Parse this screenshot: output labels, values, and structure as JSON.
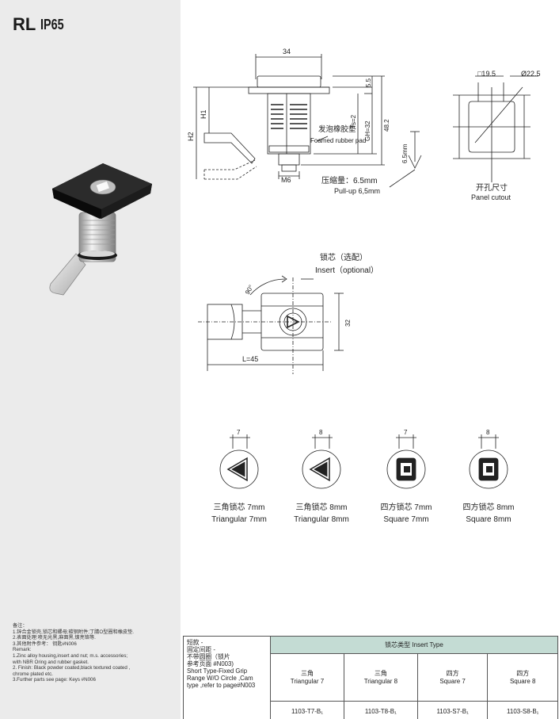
{
  "badges": {
    "series": "RL",
    "ip": "IP65"
  },
  "top_dimensions": {
    "width_34": "34",
    "dim_5_5": "5.5",
    "h1": "H1",
    "h2": "H2",
    "ts": "Ts=2",
    "gh": "GH=32",
    "d48": "48.2",
    "pull_6_5": "6.5mm",
    "m6": "M6",
    "gasket_cn": "发泡橡胶垫",
    "gasket_en": "Foamed rubber pad",
    "pullup_cn": "压缩量：6.5mm",
    "pullup_en": "Pull-up 6,5mm"
  },
  "cutout": {
    "square": "□19.5",
    "diameter": "Ø22.5",
    "label_cn": "开孔尺寸",
    "label_en": "Panel cutout"
  },
  "insert_view": {
    "label_cn": "锁芯（选配）",
    "label_en": "Insert（optional）",
    "angle": "90°",
    "height": "32",
    "length": "L=45"
  },
  "inserts": [
    {
      "dim": "7",
      "cn": "三角锁芯 7mm",
      "en": "Triangular 7mm"
    },
    {
      "dim": "8",
      "cn": "三角锁芯 8mm",
      "en": "Triangular 8mm"
    },
    {
      "dim": "7",
      "cn": "四方锁芯 7mm",
      "en": "Square 7mm"
    },
    {
      "dim": "8",
      "cn": "四方锁芯 8mm",
      "en": "Square 8mm"
    }
  ],
  "remarks": [
    "备注：",
    "1.锌合金锁壳,锁芯和螺母;碳钢附件;丁腈O型圈和橡皮垫.",
    "2.表面处理:喷无光黑,麻面黑,镀亮铬等.",
    "3.其他附件参考： 钥匙#N006",
    "Remark:",
    "1.Zinc alloy housing,insert and nut; m.s. accessories;",
    "with NBR Oring and rubber gasket.",
    "2. Finish: Black powder coated,black textured coated ,",
    "chrome plated etc.",
    "3.Further parts see page: Keys #N006"
  ],
  "table": {
    "left_lines": [
      "短款 -",
      "固定间距 -",
      "不带圆圈（锁片",
      "参考页面 #N003)",
      "Short Type-Fixed Grip",
      "Range W/O Circle ,Cam",
      "type ,refer to page#N003"
    ],
    "header": "锁芯类型 Insert Type",
    "columns": [
      {
        "cn": "三角",
        "en": "Triangular 7",
        "code": "1103-T7-B₁"
      },
      {
        "cn": "三角",
        "en": "Triangular 8",
        "code": "1103-T8-B₁"
      },
      {
        "cn": "四方",
        "en": "Square 7",
        "code": "1103-S7-B₁"
      },
      {
        "cn": "四方",
        "en": "Square 8",
        "code": "1103-S8-B₁"
      }
    ]
  }
}
